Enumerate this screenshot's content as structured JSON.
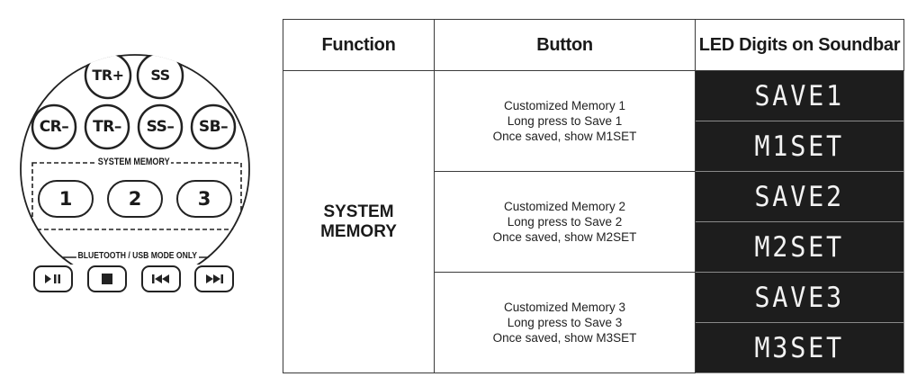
{
  "remote": {
    "top_row": [
      "TR+",
      "SS"
    ],
    "mid_row": [
      "CR–",
      "TR–",
      "SS–",
      "SB–"
    ],
    "system_memory_label": "SYSTEM MEMORY",
    "memory_buttons": [
      "1",
      "2",
      "3"
    ],
    "mode_label": "BLUETOOTH / USB MODE ONLY",
    "transport_buttons": [
      "play-pause-icon",
      "stop-icon",
      "previous-icon",
      "next-icon"
    ]
  },
  "table": {
    "headers": {
      "function": "Function",
      "button": "Button",
      "led": "LED Digits on Soundbar"
    },
    "function_name": "SYSTEM MEMORY",
    "rows": [
      {
        "line1": "Customized Memory 1",
        "line2": "Long press to Save 1",
        "line3": "Once saved, show M1SET",
        "led_save": "SAVE1",
        "led_set": "M1SET"
      },
      {
        "line1": "Customized Memory 2",
        "line2": "Long press to Save 2",
        "line3": "Once saved, show M2SET",
        "led_save": "SAVE2",
        "led_set": "M2SET"
      },
      {
        "line1": "Customized Memory 3",
        "line2": "Long press to Save 3",
        "line3": "Once saved, show M3SET",
        "led_save": "SAVE3",
        "led_set": "M3SET"
      }
    ]
  }
}
